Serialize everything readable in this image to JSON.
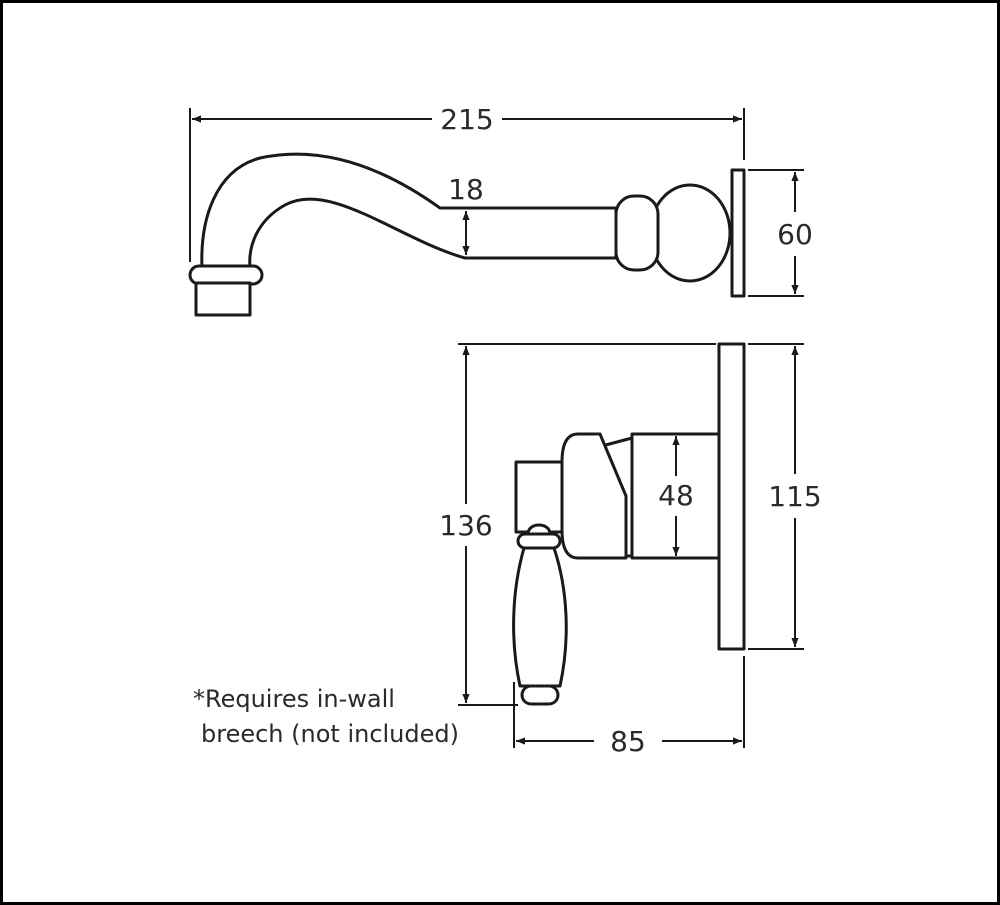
{
  "dimensions": {
    "spout_length": "215",
    "spout_pipe_diameter": "18",
    "spout_flange_height": "60",
    "mixer_total_height": "136",
    "mixer_body_diameter": "48",
    "mixer_plate_height": "115",
    "mixer_depth": "85"
  },
  "note": {
    "line1": "*Requires in-wall",
    "line2": "breech (not included)"
  },
  "colors": {
    "line": "#1a1a1a",
    "text": "#2a2a2a",
    "background": "#ffffff"
  }
}
